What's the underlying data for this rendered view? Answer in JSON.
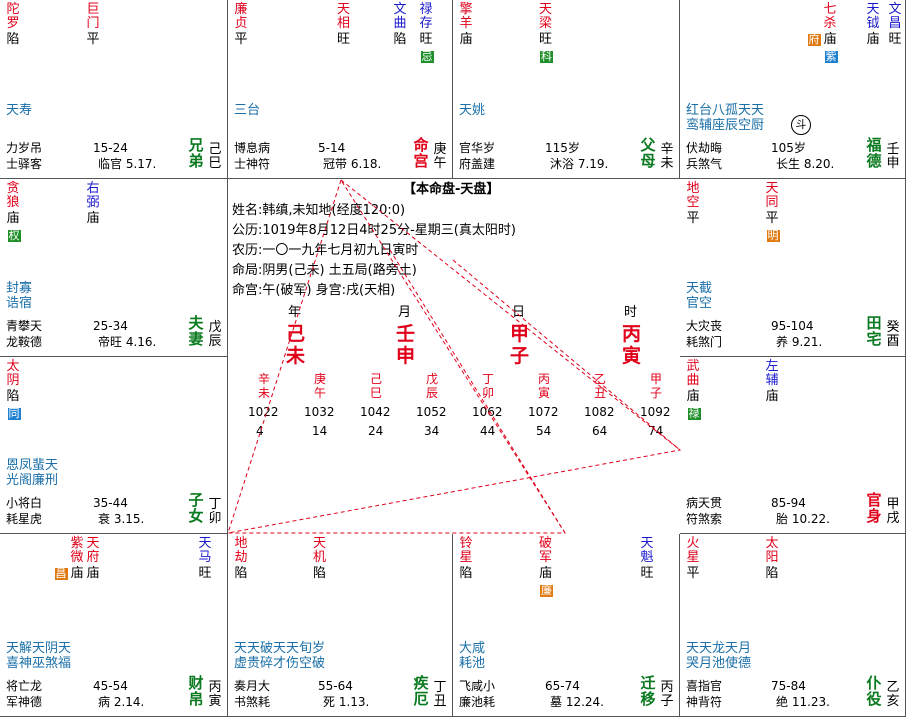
{
  "center": {
    "header": "【本命盘-天盘】",
    "lines": [
      "姓名:韩缜,未知地(经度120:0)",
      "公历:1019年8月12日4时25分-星期三(真太阳时)",
      "农历:一〇一九年七月初九日寅时",
      "命局:阴男(己未)       土五局(路旁土)",
      "命宫:午(破军)       身宫:戌(天相)"
    ],
    "pillar_labels": [
      "年",
      "月",
      "日",
      "时"
    ],
    "pillar_stems": [
      "己",
      "壬",
      "甲",
      "丙"
    ],
    "pillar_branches": [
      "未",
      "申",
      "子",
      "寅"
    ],
    "luck_stems": [
      "辛",
      "庚",
      "己",
      "戊",
      "丁",
      "丙",
      "乙",
      "甲"
    ],
    "luck_branches": [
      "未",
      "午",
      "巳",
      "辰",
      "卯",
      "寅",
      "丑",
      "子"
    ],
    "luck_years": [
      "1022",
      "1032",
      "1042",
      "1052",
      "1062",
      "1072",
      "1082",
      "1092"
    ],
    "luck_ages": [
      "4",
      "14",
      "24",
      "34",
      "44",
      "54",
      "64",
      "74"
    ]
  },
  "palaces": [
    {
      "id": "si",
      "stars": [
        {
          "n": "陀罗",
          "b": "陷",
          "c": "red"
        },
        {
          "n": "巨门",
          "b": "平",
          "c": "red"
        }
      ],
      "minor": "天寿",
      "sm1": "力岁吊",
      "sm2": "士驿客",
      "range": "15-24",
      "stage": "临官",
      "date": "5.17.",
      "name": "兄弟",
      "gan": "己",
      "zhi": "巳"
    },
    {
      "id": "wu",
      "stars": [
        {
          "n": "廉贞",
          "b": "平",
          "c": "red"
        },
        {
          "n": "天相",
          "b": "旺",
          "c": "red"
        },
        {
          "n": "文曲",
          "b": "陷",
          "c": "blue"
        },
        {
          "n": "禄存",
          "b": "旺",
          "c": "blue",
          "h": "忌",
          "hc": "#1f8f2a"
        }
      ],
      "minor": "三台",
      "sm1": "博息病",
      "sm2": "士神符",
      "range": "5-14",
      "stage": "冠带",
      "date": "6.18.",
      "name": "命宫",
      "gan": "庚",
      "zhi": "午"
    },
    {
      "id": "wei",
      "stars": [
        {
          "n": "擎羊",
          "b": "庙",
          "c": "red"
        },
        {
          "n": "天梁",
          "b": "旺",
          "c": "red",
          "h": "科",
          "hc": "#1f8f2a"
        }
      ],
      "minor": "天姚",
      "sm1": "官华岁",
      "sm2": "府盖建",
      "range": "115岁",
      "stage": "沐浴",
      "date": "7.19.",
      "name": "父母",
      "gan": "辛",
      "zhi": "未"
    },
    {
      "id": "shen",
      "stars": [
        {
          "n": "七杀",
          "b": "庙",
          "c": "red",
          "pre": "府",
          "prec": "#e07a10",
          "h": "紫",
          "hc": "#2080d0"
        },
        {
          "n": "天钺",
          "b": "庙",
          "c": "blue"
        },
        {
          "n": "文昌",
          "b": "旺",
          "c": "blue"
        }
      ],
      "minor": "红台八孤天天",
      "minor2": "鸾辅座辰空厨",
      "sm1": "伏劫晦",
      "sm2": "兵煞气",
      "range": "105岁",
      "stage": "长生",
      "date": "8.20.",
      "name": "福德",
      "gan": "壬",
      "zhi": "申"
    },
    {
      "id": "chen",
      "stars": [
        {
          "n": "贪狼",
          "b": "庙",
          "c": "red",
          "h": "权",
          "hc": "#1f8f2a"
        },
        {
          "n": "右弼",
          "b": "庙",
          "c": "blue"
        }
      ],
      "minor": "封寡",
      "minor2": "诰宿",
      "sm1": "青攀天",
      "sm2": "龙鞍德",
      "range": "25-34",
      "stage": "帝旺",
      "date": "4.16.",
      "name": "夫妻",
      "gan": "戊",
      "zhi": "辰"
    },
    {
      "id": "you",
      "stars": [
        {
          "n": "地空",
          "b": "平",
          "c": "red"
        },
        {
          "n": "天同",
          "b": "平",
          "c": "red",
          "pre": "",
          "h": "明",
          "hc": "#e07a10"
        }
      ],
      "minor": "天截",
      "minor2": "官空",
      "sm1": "大灾丧",
      "sm2": "耗煞门",
      "range": "95-104",
      "stage": "养",
      "date": "9.21.",
      "name": "田宅",
      "gan": "癸",
      "zhi": "酉"
    },
    {
      "id": "mao",
      "stars": [
        {
          "n": "太阴",
          "b": "陷",
          "c": "red",
          "h": "同",
          "hc": "#2080d0"
        }
      ],
      "minor": "恩凤蜚天",
      "minor2": "光阁廉刑",
      "sm1": "小将白",
      "sm2": "耗星虎",
      "range": "35-44",
      "stage": "衰",
      "date": "3.15.",
      "name": "子女",
      "gan": "丁",
      "zhi": "卯"
    },
    {
      "id": "xu",
      "stars": [
        {
          "n": "武曲",
          "b": "庙",
          "c": "red",
          "h": "禄",
          "hc": "#1f8f2a"
        },
        {
          "n": "左辅",
          "b": "庙",
          "c": "blue"
        }
      ],
      "minor": "",
      "sm1": "病天贯",
      "sm2": "符煞索",
      "range": "85-94",
      "stage": "胎",
      "date": "10.22.",
      "name": "官身",
      "gan": "甲",
      "zhi": "戌"
    },
    {
      "id": "yin",
      "stars": [
        {
          "n": "紫微",
          "b": "庙",
          "c": "red",
          "pre": "昌",
          "prec": "#e07a10"
        },
        {
          "n": "天府",
          "b": "庙",
          "c": "red"
        },
        {
          "n": "天马",
          "b": "旺",
          "c": "blue"
        }
      ],
      "minor": "天解天阴天",
      "minor2": "喜神巫煞福",
      "sm1": "将亡龙",
      "sm2": "军神德",
      "range": "45-54",
      "stage": "病",
      "date": "2.14.",
      "name": "财帛",
      "gan": "丙",
      "zhi": "寅"
    },
    {
      "id": "chou",
      "stars": [
        {
          "n": "地劫",
          "b": "陷",
          "c": "red"
        },
        {
          "n": "天机",
          "b": "陷",
          "c": "red"
        }
      ],
      "minor": "天天破天天旬岁",
      "minor2": "虚贵碎才伤空破",
      "sm1": "奏月大",
      "sm2": "书煞耗",
      "range": "55-64",
      "stage": "死",
      "date": "1.13.",
      "name": "疾厄",
      "gan": "丁",
      "zhi": "丑"
    },
    {
      "id": "zi",
      "stars": [
        {
          "n": "铃星",
          "b": "陷",
          "c": "red"
        },
        {
          "n": "破军",
          "b": "庙",
          "c": "red",
          "h": "廉",
          "hc": "#e07a10"
        },
        {
          "n": "天魁",
          "b": "旺",
          "c": "blue"
        }
      ],
      "minor": "大咸",
      "minor2": "耗池",
      "sm1": "飞咸小",
      "sm2": "廉池耗",
      "range": "65-74",
      "stage": "墓",
      "date": "12.24.",
      "name": "迁移",
      "gan": "丙",
      "zhi": "子"
    },
    {
      "id": "hai",
      "stars": [
        {
          "n": "火星",
          "b": "平",
          "c": "red"
        },
        {
          "n": "太阳",
          "b": "陷",
          "c": "red"
        }
      ],
      "minor": "天天龙天月",
      "minor2": "哭月池使德",
      "sm1": "喜指官",
      "sm2": "神背符",
      "range": "75-84",
      "stage": "绝",
      "date": "11.23.",
      "name": "仆役",
      "gan": "乙",
      "zhi": "亥"
    }
  ],
  "colors": {
    "red": "#e0001a",
    "blue": "#1a1acc",
    "minor": "#1a6fa8",
    "hua_green": "#1f8f2a",
    "orange": "#e07a10",
    "sky": "#2080d0"
  },
  "icons": {
    "dou": "斗"
  }
}
